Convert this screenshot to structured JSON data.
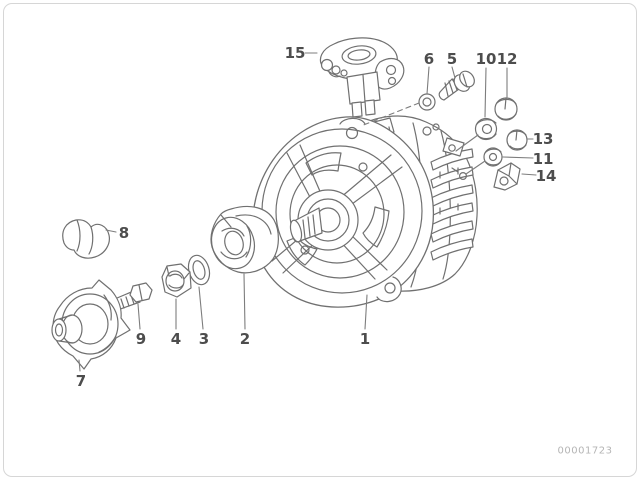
{
  "diagram": {
    "drawing_number": "00001723",
    "callouts": [
      {
        "number": "1"
      },
      {
        "number": "2"
      },
      {
        "number": "3"
      },
      {
        "number": "4"
      },
      {
        "number": "5"
      },
      {
        "number": "6"
      },
      {
        "number": "7"
      },
      {
        "number": "8"
      },
      {
        "number": "9"
      },
      {
        "number": "10"
      },
      {
        "number": "11"
      },
      {
        "number": "12"
      },
      {
        "number": "13"
      },
      {
        "number": "14"
      },
      {
        "number": "15"
      }
    ]
  }
}
